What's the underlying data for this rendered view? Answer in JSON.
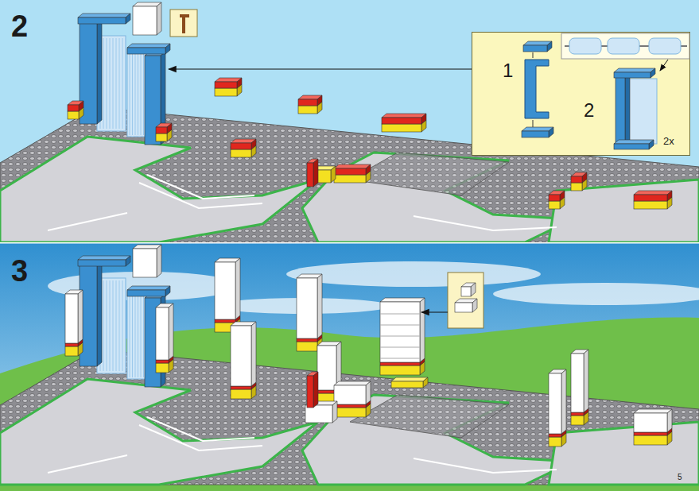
{
  "diagram": {
    "nodes": [
      {
        "text": [
          "1",
          "2",
          "2x"
        ]
      }
    ],
    "labels": [
      "2",
      "3",
      "5"
    ]
  }
}
